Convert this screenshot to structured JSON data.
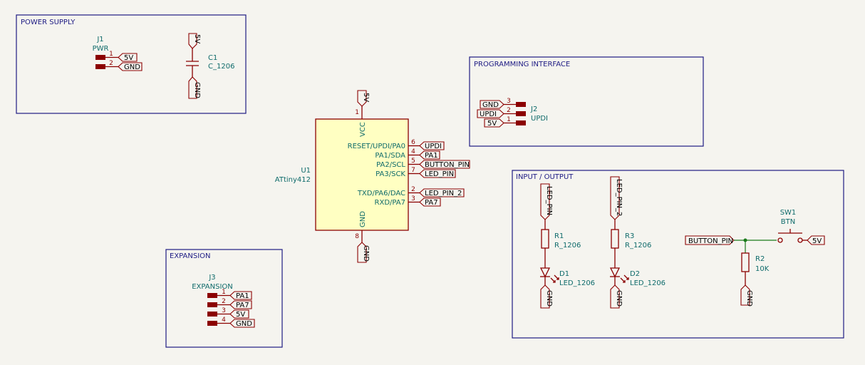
{
  "sections": {
    "power": "POWER SUPPLY",
    "programming": "PROGRAMMING INTERFACE",
    "io": "INPUT / OUTPUT",
    "expansion": "EXPANSION"
  },
  "j1": {
    "ref": "J1",
    "value": "PWR",
    "pins": [
      "1",
      "2"
    ],
    "nets": [
      "5V",
      "GND"
    ]
  },
  "c1": {
    "ref": "C1",
    "value": "C_1206",
    "top": "5V",
    "bottom": "GND"
  },
  "j2": {
    "ref": "J2",
    "value": "UPDI",
    "pins": [
      "3",
      "2",
      "1"
    ],
    "nets": [
      "GND",
      "UPDI",
      "5V"
    ]
  },
  "u1": {
    "ref": "U1",
    "value": "ATtiny412",
    "vcc": "VCC",
    "gnd": "GND",
    "vcc_pin": "1",
    "gnd_pin": "8",
    "vcc_net": "5V",
    "gnd_net": "GND",
    "pins": [
      {
        "name": "RESET/UPDI/PA0",
        "num": "6",
        "net": "UPDI"
      },
      {
        "name": "PA1/SDA",
        "num": "4",
        "net": "PA1"
      },
      {
        "name": "PA2/SCL",
        "num": "5",
        "net": "BUTTON_PIN"
      },
      {
        "name": "PA3/SCK",
        "num": "7",
        "net": "LED_PIN"
      },
      {
        "name": "TXD/PA6/DAC",
        "num": "2",
        "net": "LED_PIN_2"
      },
      {
        "name": "RXD/PA7",
        "num": "3",
        "net": "PA7"
      }
    ]
  },
  "j3": {
    "ref": "J3",
    "value": "EXPANSION",
    "pins": [
      "1",
      "2",
      "3",
      "4"
    ],
    "nets": [
      "PA1",
      "PA7",
      "5V",
      "GND"
    ]
  },
  "r1": {
    "ref": "R1",
    "value": "R_1206"
  },
  "d1": {
    "ref": "D1",
    "value": "LED_1206",
    "top": "LED_PIN",
    "bottom": "GND"
  },
  "r3": {
    "ref": "R3",
    "value": "R_1206"
  },
  "d2": {
    "ref": "D2",
    "value": "LED_1206",
    "top": "LED_PIN_2",
    "bottom": "GND"
  },
  "r2": {
    "ref": "R2",
    "value": "10K",
    "bottom": "GND"
  },
  "sw1": {
    "ref": "SW1",
    "value": "BTN",
    "left": "BUTTON_PIN",
    "right": "5V"
  },
  "colors": {
    "box": "#1e1b84",
    "part": "#8b0000",
    "wire": "#1a7a1a",
    "ic": "#ffffc2",
    "label": "#0f6b6b"
  }
}
